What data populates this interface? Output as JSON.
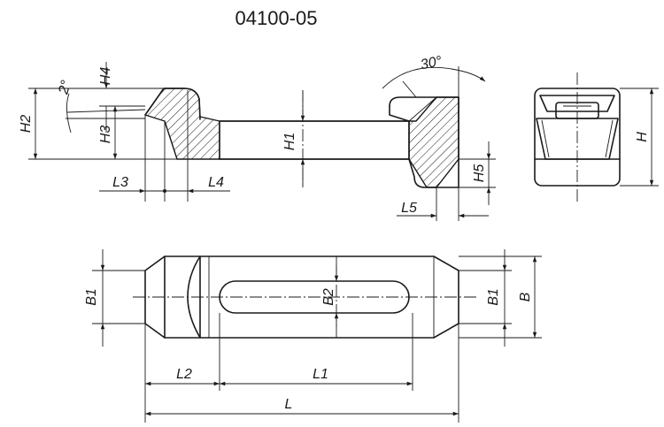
{
  "part_number": "04100-05",
  "angles": {
    "angle_30": "30°",
    "angle_2": "2°"
  },
  "dimensions": {
    "H": "H",
    "H1": "H1",
    "H2": "H2",
    "H3": "H3",
    "H4": "H4",
    "H5": "H5",
    "L": "L",
    "L1": "L1",
    "L2": "L2",
    "L3": "L3",
    "L4": "L4",
    "L5": "L5",
    "B": "B",
    "B1": "B1",
    "B2": "B2"
  }
}
